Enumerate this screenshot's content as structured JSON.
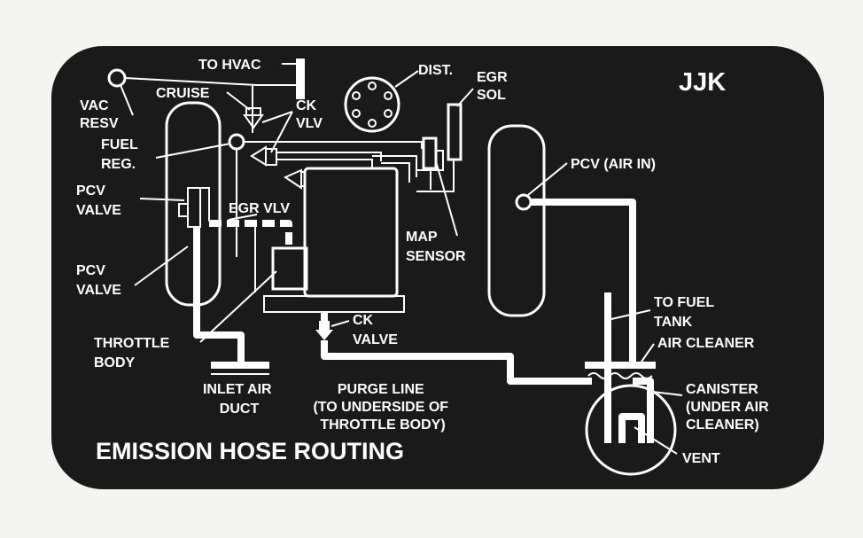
{
  "decal": {
    "code": "JJK",
    "title": "EMISSION HOSE ROUTING",
    "background_color": "#1a1a1a",
    "ink_color": "#ffffff"
  },
  "labels": {
    "to_hvac": "TO HVAC",
    "vac_resv": [
      "VAC",
      "RESV"
    ],
    "cruise": "CRUISE",
    "ck_vlv": [
      "CK",
      "VLV"
    ],
    "dist": "DIST.",
    "egr_sol": [
      "EGR",
      "SOL"
    ],
    "fuel_reg": [
      "FUEL",
      "REG."
    ],
    "pcv_valve_upper": [
      "PCV",
      "VALVE"
    ],
    "egr_vlv": "EGR VLV",
    "map_sensor": [
      "MAP",
      "SENSOR"
    ],
    "pcv_valve_lower": [
      "PCV",
      "VALVE"
    ],
    "pcv_air_in": "PCV (AIR IN)",
    "ck_valve": [
      "CK",
      "VALVE"
    ],
    "throttle_body": [
      "THROTTLE",
      "BODY"
    ],
    "inlet_air_duct": [
      "INLET AIR",
      "DUCT"
    ],
    "purge_line": [
      "PURGE LINE",
      "(TO UNDERSIDE OF",
      "THROTTLE BODY)"
    ],
    "to_fuel_tank": [
      "TO FUEL",
      "TANK"
    ],
    "air_cleaner": "AIR CLEANER",
    "canister": [
      "CANISTER",
      "(UNDER AIR",
      "CLEANER)"
    ],
    "vent": "VENT"
  }
}
